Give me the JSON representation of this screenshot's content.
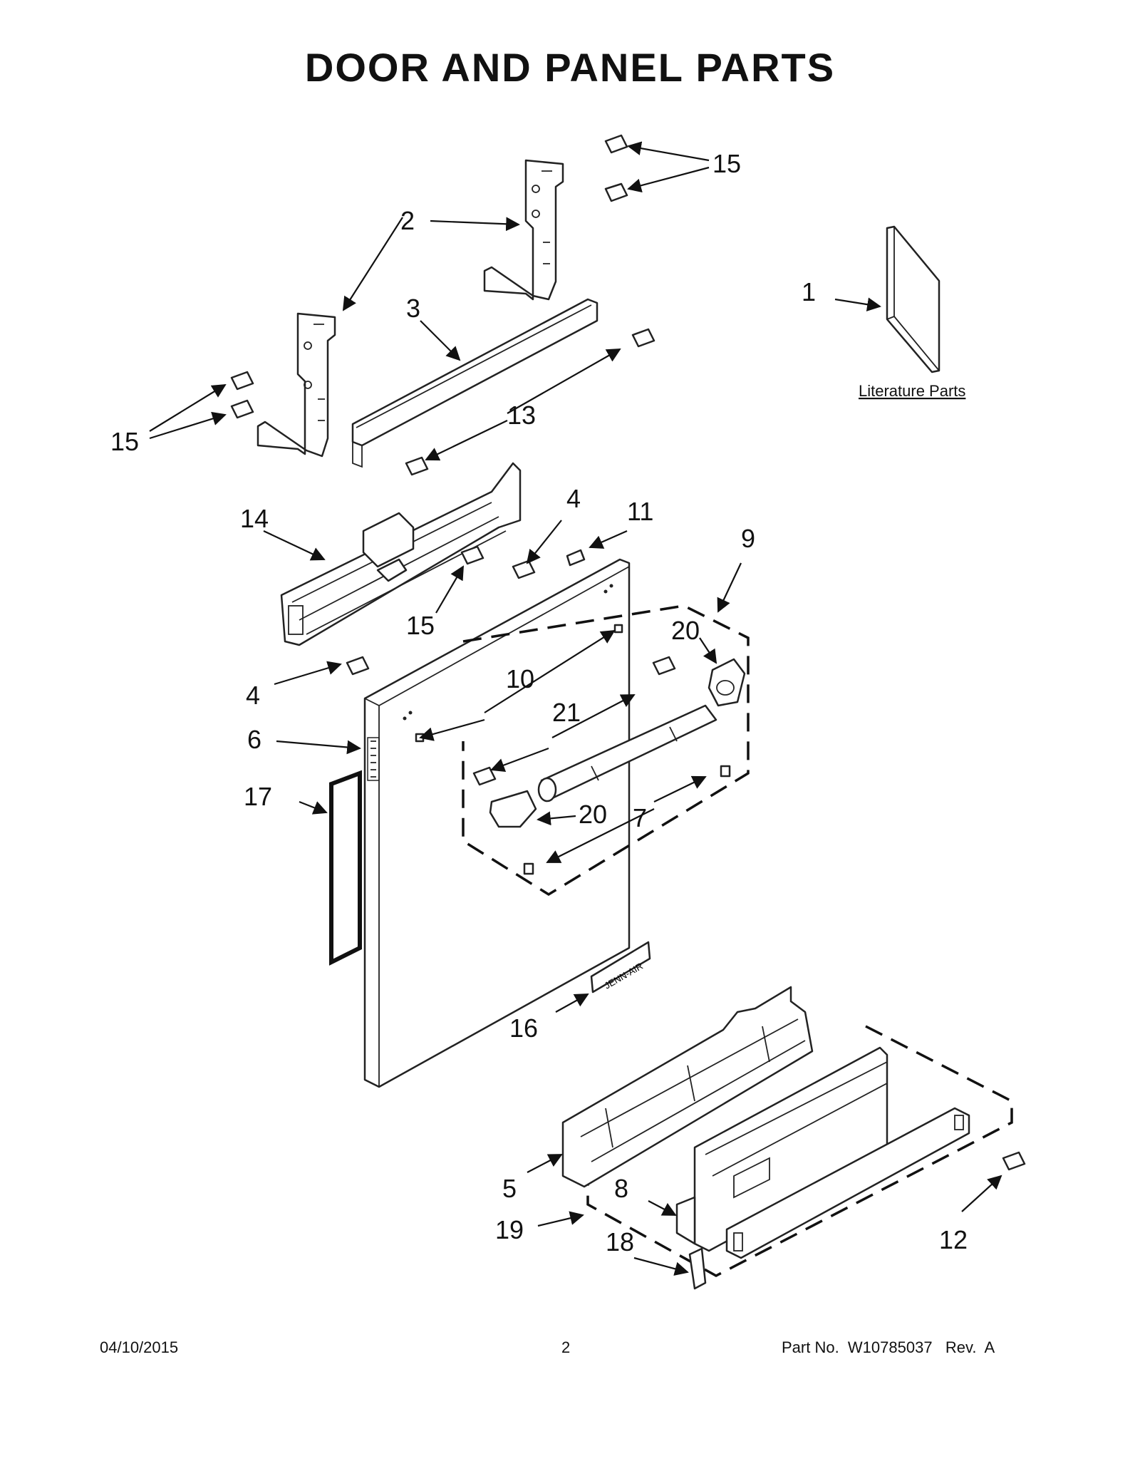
{
  "title": "DOOR AND PANEL PARTS",
  "literature_label": "Literature Parts",
  "callouts": {
    "c1": "1",
    "c2": "2",
    "c3": "3",
    "c4a": "4",
    "c4b": "4",
    "c5": "5",
    "c6": "6",
    "c7": "7",
    "c8": "8",
    "c9": "9",
    "c10": "10",
    "c11": "11",
    "c12": "12",
    "c13": "13",
    "c14": "14",
    "c15a": "15",
    "c15b": "15",
    "c15c": "15",
    "c16": "16",
    "c17": "17",
    "c18": "18",
    "c19": "19",
    "c20a": "20",
    "c20b": "20",
    "c21": "21"
  },
  "badge_text": "JENN-AIR",
  "footer": {
    "date": "04/10/2015",
    "page": "2",
    "part_no": "Part No.  W10785037   Rev.  A"
  }
}
